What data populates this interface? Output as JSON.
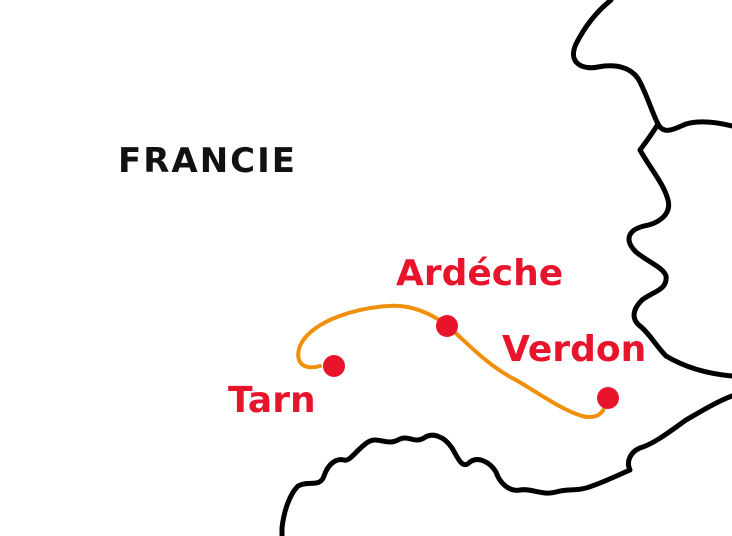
{
  "map": {
    "country_label": "FRANCIE",
    "colors": {
      "border": "#000000",
      "route": "#f0900a",
      "place_marker": "#e8142c",
      "place_label": "#e8142c",
      "country_label": "#111111"
    },
    "places": [
      {
        "id": "tarn",
        "name": "Tarn"
      },
      {
        "id": "ardeche",
        "name": "Ardéche"
      },
      {
        "id": "verdon",
        "name": "Verdon"
      }
    ]
  }
}
